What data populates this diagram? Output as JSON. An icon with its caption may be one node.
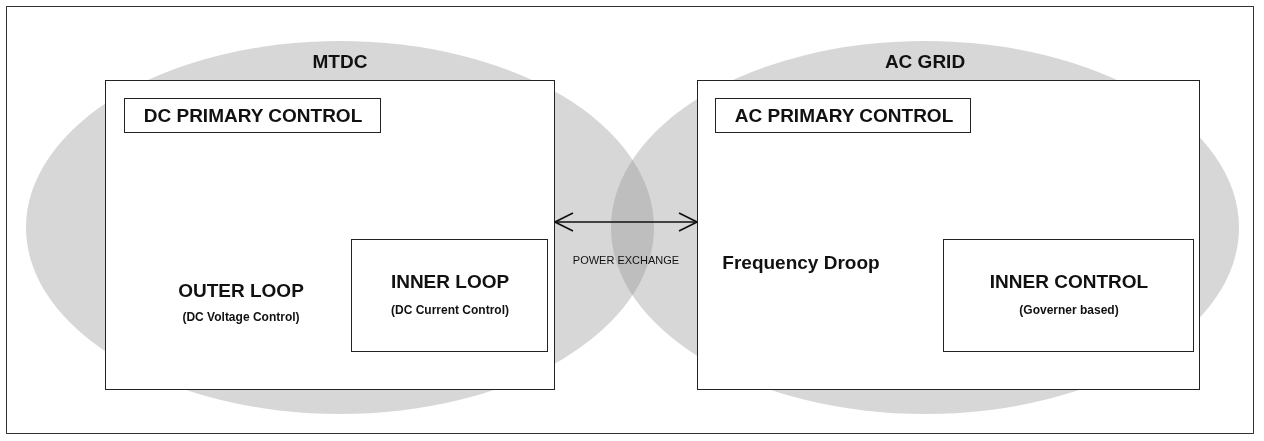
{
  "diagram": {
    "nodes": [
      {
        "text": [
          "MTDC"
        ]
      },
      {
        "text": [
          "OUTER LOOP",
          "(DC Voltage Control)"
        ],
        "in": 0
      },
      {
        "text": [
          "DC PRIMARY CONTROL"
        ],
        "in": 1
      },
      {
        "text": [
          "INNER LOOP",
          "(DC Current Control)"
        ],
        "in": 1
      },
      {
        "text": [
          "AC GRID"
        ]
      },
      {
        "text": [
          "Frequency Droop"
        ],
        "in": 4
      },
      {
        "text": [
          "AC PRIMARY CONTROL"
        ],
        "in": 5
      },
      {
        "text": [
          "INNER CONTROL",
          "(Governer based)"
        ],
        "in": 5
      }
    ],
    "edges": [
      {
        "from": 1,
        "to": 5,
        "arrow": "both",
        "label": "POWER EXCHANGE"
      }
    ]
  }
}
